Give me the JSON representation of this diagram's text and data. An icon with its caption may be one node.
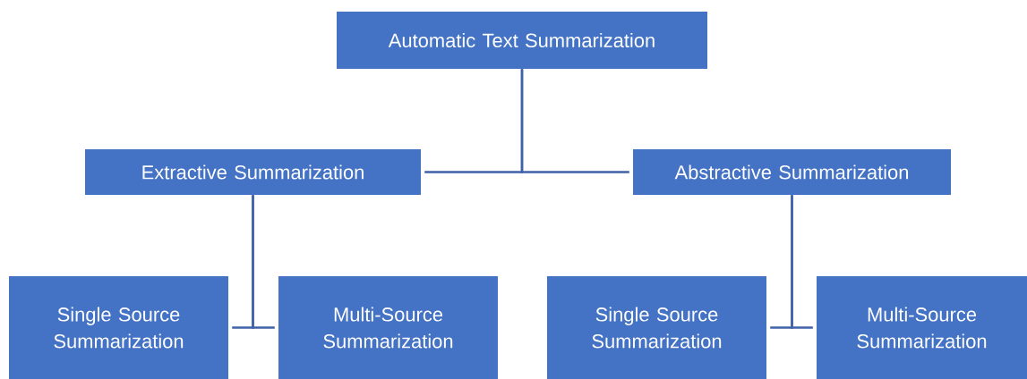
{
  "diagram": {
    "nodes": [
      {
        "text": [
          "Automatic Text Summarization"
        ]
      },
      {
        "text": [
          "Extractive Summarization"
        ]
      },
      {
        "text": [
          "Abstractive Summarization"
        ]
      },
      {
        "text": [
          "Single Source Summarization"
        ]
      },
      {
        "text": [
          "Multi-Source Summarization"
        ]
      },
      {
        "text": [
          "Single Source Summarization"
        ]
      },
      {
        "text": [
          "Multi-Source Summarization"
        ]
      }
    ],
    "edges": [
      {
        "from": 0,
        "to": 1,
        "arrow": "none"
      },
      {
        "from": 0,
        "to": 2,
        "arrow": "none"
      },
      {
        "from": 1,
        "to": 3,
        "arrow": "none"
      },
      {
        "from": 1,
        "to": 4,
        "arrow": "none"
      },
      {
        "from": 2,
        "to": 5,
        "arrow": "none"
      },
      {
        "from": 2,
        "to": 6,
        "arrow": "none"
      }
    ]
  }
}
